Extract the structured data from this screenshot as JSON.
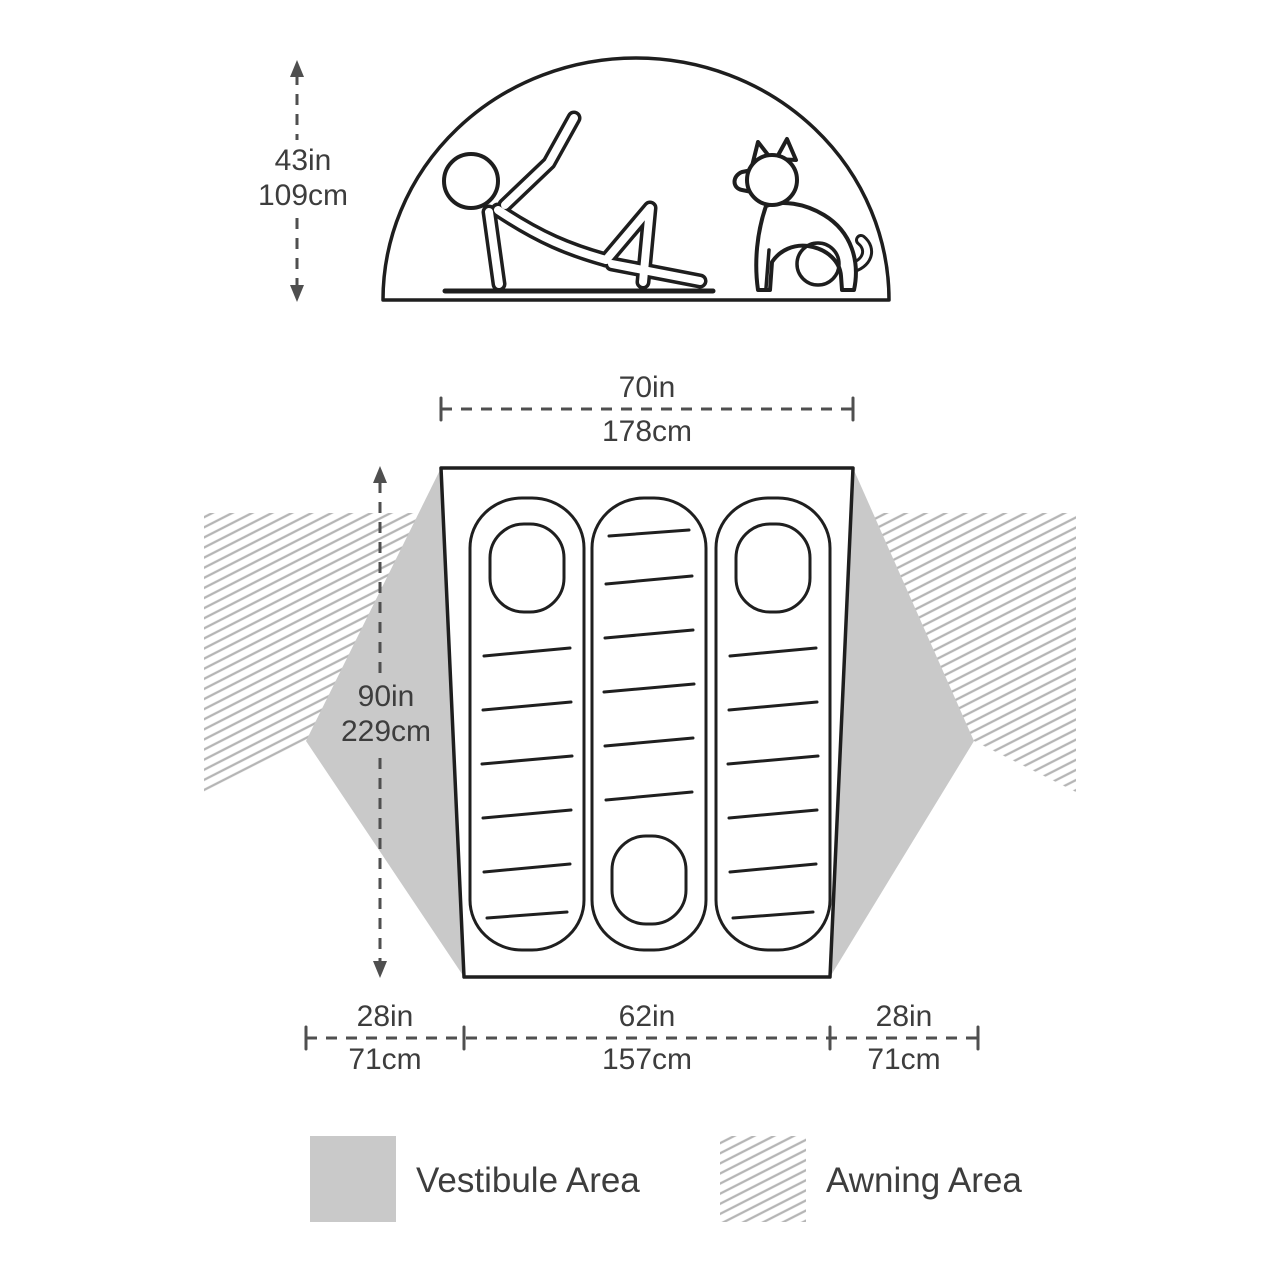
{
  "dims": {
    "height": {
      "in": "43in",
      "cm": "109cm"
    },
    "top_width": {
      "in": "70in",
      "cm": "178cm"
    },
    "length": {
      "in": "90in",
      "cm": "229cm"
    },
    "bottom": [
      {
        "in": "28in",
        "cm": "71cm"
      },
      {
        "in": "62in",
        "cm": "157cm"
      },
      {
        "in": "28in",
        "cm": "71cm"
      }
    ]
  },
  "legend": [
    {
      "label": "Vestibule Area"
    },
    {
      "label": "Awning Area"
    }
  ],
  "colors": {
    "background": "#ffffff",
    "outline": "#1e1e1e",
    "dimension_line": "#4f4f4f",
    "label_text": "#3d3d3d",
    "vestibule_fill": "#c9c9c9",
    "awning_hatch_line": "#b5b5b5"
  }
}
